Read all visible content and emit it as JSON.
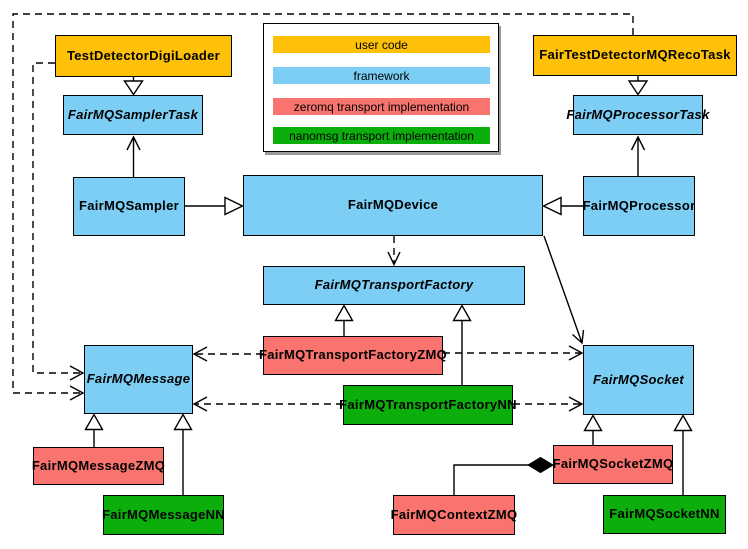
{
  "legend": {
    "items": [
      {
        "label": "user code",
        "color": "#FFC107"
      },
      {
        "label": "framework",
        "color": "#7DCEF4"
      },
      {
        "label": "zeromq transport implementation",
        "color": "#F9746E"
      },
      {
        "label": "nanomsg transport implementation",
        "color": "#0CAE0C"
      }
    ]
  },
  "nodes": {
    "testDetectorDigiLoader": {
      "label": "TestDetectorDigiLoader",
      "category": "user code"
    },
    "fairTestDetectorMQRecoTask": {
      "label": "FairTestDetectorMQRecoTask",
      "category": "user code"
    },
    "fairMQSamplerTask": {
      "label": "FairMQSamplerTask",
      "category": "framework",
      "abstract": true
    },
    "fairMQProcessorTask": {
      "label": "FairMQProcessorTask",
      "category": "framework",
      "abstract": true
    },
    "fairMQSampler": {
      "label": "FairMQSampler",
      "category": "framework"
    },
    "fairMQDevice": {
      "label": "FairMQDevice",
      "category": "framework"
    },
    "fairMQProcessor": {
      "label": "FairMQProcessor",
      "category": "framework"
    },
    "fairMQTransportFactory": {
      "label": "FairMQTransportFactory",
      "category": "framework",
      "abstract": true
    },
    "fairMQTransportFactoryZMQ": {
      "label": "FairMQTransportFactoryZMQ",
      "category": "zeromq transport implementation"
    },
    "fairMQTransportFactoryNN": {
      "label": "FairMQTransportFactoryNN",
      "category": "nanomsg transport implementation"
    },
    "fairMQMessage": {
      "label": "FairMQMessage",
      "category": "framework",
      "abstract": true
    },
    "fairMQSocket": {
      "label": "FairMQSocket",
      "category": "framework",
      "abstract": true
    },
    "fairMQMessageZMQ": {
      "label": "FairMQMessageZMQ",
      "category": "zeromq transport implementation"
    },
    "fairMQMessageNN": {
      "label": "FairMQMessageNN",
      "category": "nanomsg transport implementation"
    },
    "fairMQContextZMQ": {
      "label": "FairMQContextZMQ",
      "category": "zeromq transport implementation"
    },
    "fairMQSocketZMQ": {
      "label": "FairMQSocketZMQ",
      "category": "zeromq transport implementation"
    },
    "fairMQSocketNN": {
      "label": "FairMQSocketNN",
      "category": "nanomsg transport implementation"
    }
  },
  "edges": [
    {
      "from": "TestDetectorDigiLoader",
      "to": "FairMQSamplerTask",
      "type": "inheritance-hollow-triangle"
    },
    {
      "from": "FairTestDetectorMQRecoTask",
      "to": "FairMQProcessorTask",
      "type": "inheritance-hollow-triangle"
    },
    {
      "from": "FairMQSampler",
      "to": "FairMQSamplerTask",
      "type": "solid-open-arrow"
    },
    {
      "from": "FairMQProcessor",
      "to": "FairMQProcessorTask",
      "type": "solid-open-arrow"
    },
    {
      "from": "FairMQSampler",
      "to": "FairMQDevice",
      "type": "inheritance-hollow-triangle"
    },
    {
      "from": "FairMQProcessor",
      "to": "FairMQDevice",
      "type": "inheritance-hollow-triangle"
    },
    {
      "from": "FairMQDevice",
      "to": "FairMQTransportFactory",
      "type": "dashed-open-arrow"
    },
    {
      "from": "FairMQDevice",
      "to": "FairMQSocket",
      "type": "solid-open-arrow"
    },
    {
      "from": "FairMQTransportFactoryZMQ",
      "to": "FairMQTransportFactory",
      "type": "inheritance-hollow-triangle"
    },
    {
      "from": "FairMQTransportFactoryNN",
      "to": "FairMQTransportFactory",
      "type": "inheritance-hollow-triangle"
    },
    {
      "from": "FairMQTransportFactoryZMQ",
      "to": "FairMQMessage",
      "type": "dashed-open-arrow"
    },
    {
      "from": "FairMQTransportFactoryZMQ",
      "to": "FairMQSocket",
      "type": "dashed-open-arrow"
    },
    {
      "from": "FairMQTransportFactoryNN",
      "to": "FairMQMessage",
      "type": "dashed-open-arrow"
    },
    {
      "from": "FairMQTransportFactoryNN",
      "to": "FairMQSocket",
      "type": "dashed-open-arrow"
    },
    {
      "from": "TestDetectorDigiLoader",
      "to": "FairMQMessage",
      "type": "dashed-open-arrow"
    },
    {
      "from": "FairTestDetectorMQRecoTask",
      "to": "FairMQMessage",
      "type": "dashed-open-arrow"
    },
    {
      "from": "FairMQMessageZMQ",
      "to": "FairMQMessage",
      "type": "inheritance-hollow-triangle"
    },
    {
      "from": "FairMQMessageNN",
      "to": "FairMQMessage",
      "type": "inheritance-hollow-triangle"
    },
    {
      "from": "FairMQSocketZMQ",
      "to": "FairMQSocket",
      "type": "inheritance-hollow-triangle"
    },
    {
      "from": "FairMQSocketNN",
      "to": "FairMQSocket",
      "type": "inheritance-hollow-triangle"
    },
    {
      "from": "FairMQContextZMQ",
      "to": "FairMQSocketZMQ",
      "type": "composition-filled-diamond"
    }
  ]
}
